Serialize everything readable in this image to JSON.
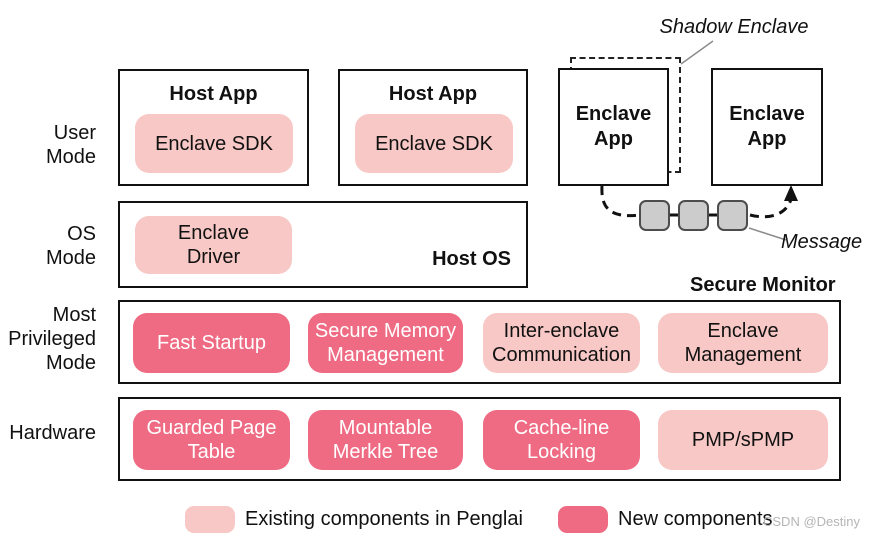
{
  "colors": {
    "existing": "#f7c8c5",
    "new": "#ee6b83",
    "message_block": "#cccccc"
  },
  "mode_labels": [
    {
      "text": "User\nMode"
    },
    {
      "text": "OS\nMode"
    },
    {
      "text": "Most\nPrivileged\nMode"
    },
    {
      "text": "Hardware"
    }
  ],
  "user_row": {
    "host_apps": [
      {
        "title": "Host App",
        "component": "Enclave SDK",
        "component_type": "existing"
      },
      {
        "title": "Host App",
        "component": "Enclave SDK",
        "component_type": "existing"
      }
    ],
    "enclave_apps": [
      {
        "title": "Enclave\nApp"
      },
      {
        "title": "Enclave\nApp"
      }
    ],
    "shadow_enclave_label": "Shadow Enclave",
    "message_label": "Message"
  },
  "os_row": {
    "driver": "Enclave\nDriver",
    "driver_type": "existing",
    "host_os": "Host OS"
  },
  "secure_monitor": {
    "title": "Secure Monitor",
    "components": [
      {
        "label": "Fast Startup",
        "type": "new"
      },
      {
        "label": "Secure Memory\nManagement",
        "type": "new"
      },
      {
        "label": "Inter-enclave\nCommunication",
        "type": "existing"
      },
      {
        "label": "Enclave\nManagement",
        "type": "existing"
      }
    ]
  },
  "hardware": {
    "components": [
      {
        "label": "Guarded Page\nTable",
        "type": "new"
      },
      {
        "label": "Mountable\nMerkle Tree",
        "type": "new"
      },
      {
        "label": "Cache-line\nLocking",
        "type": "new"
      },
      {
        "label": "PMP/sPMP",
        "type": "existing"
      }
    ]
  },
  "legend": {
    "existing_label": "Existing components in Penglai",
    "new_label": "New components"
  },
  "watermark": "CSDN @Destiny"
}
